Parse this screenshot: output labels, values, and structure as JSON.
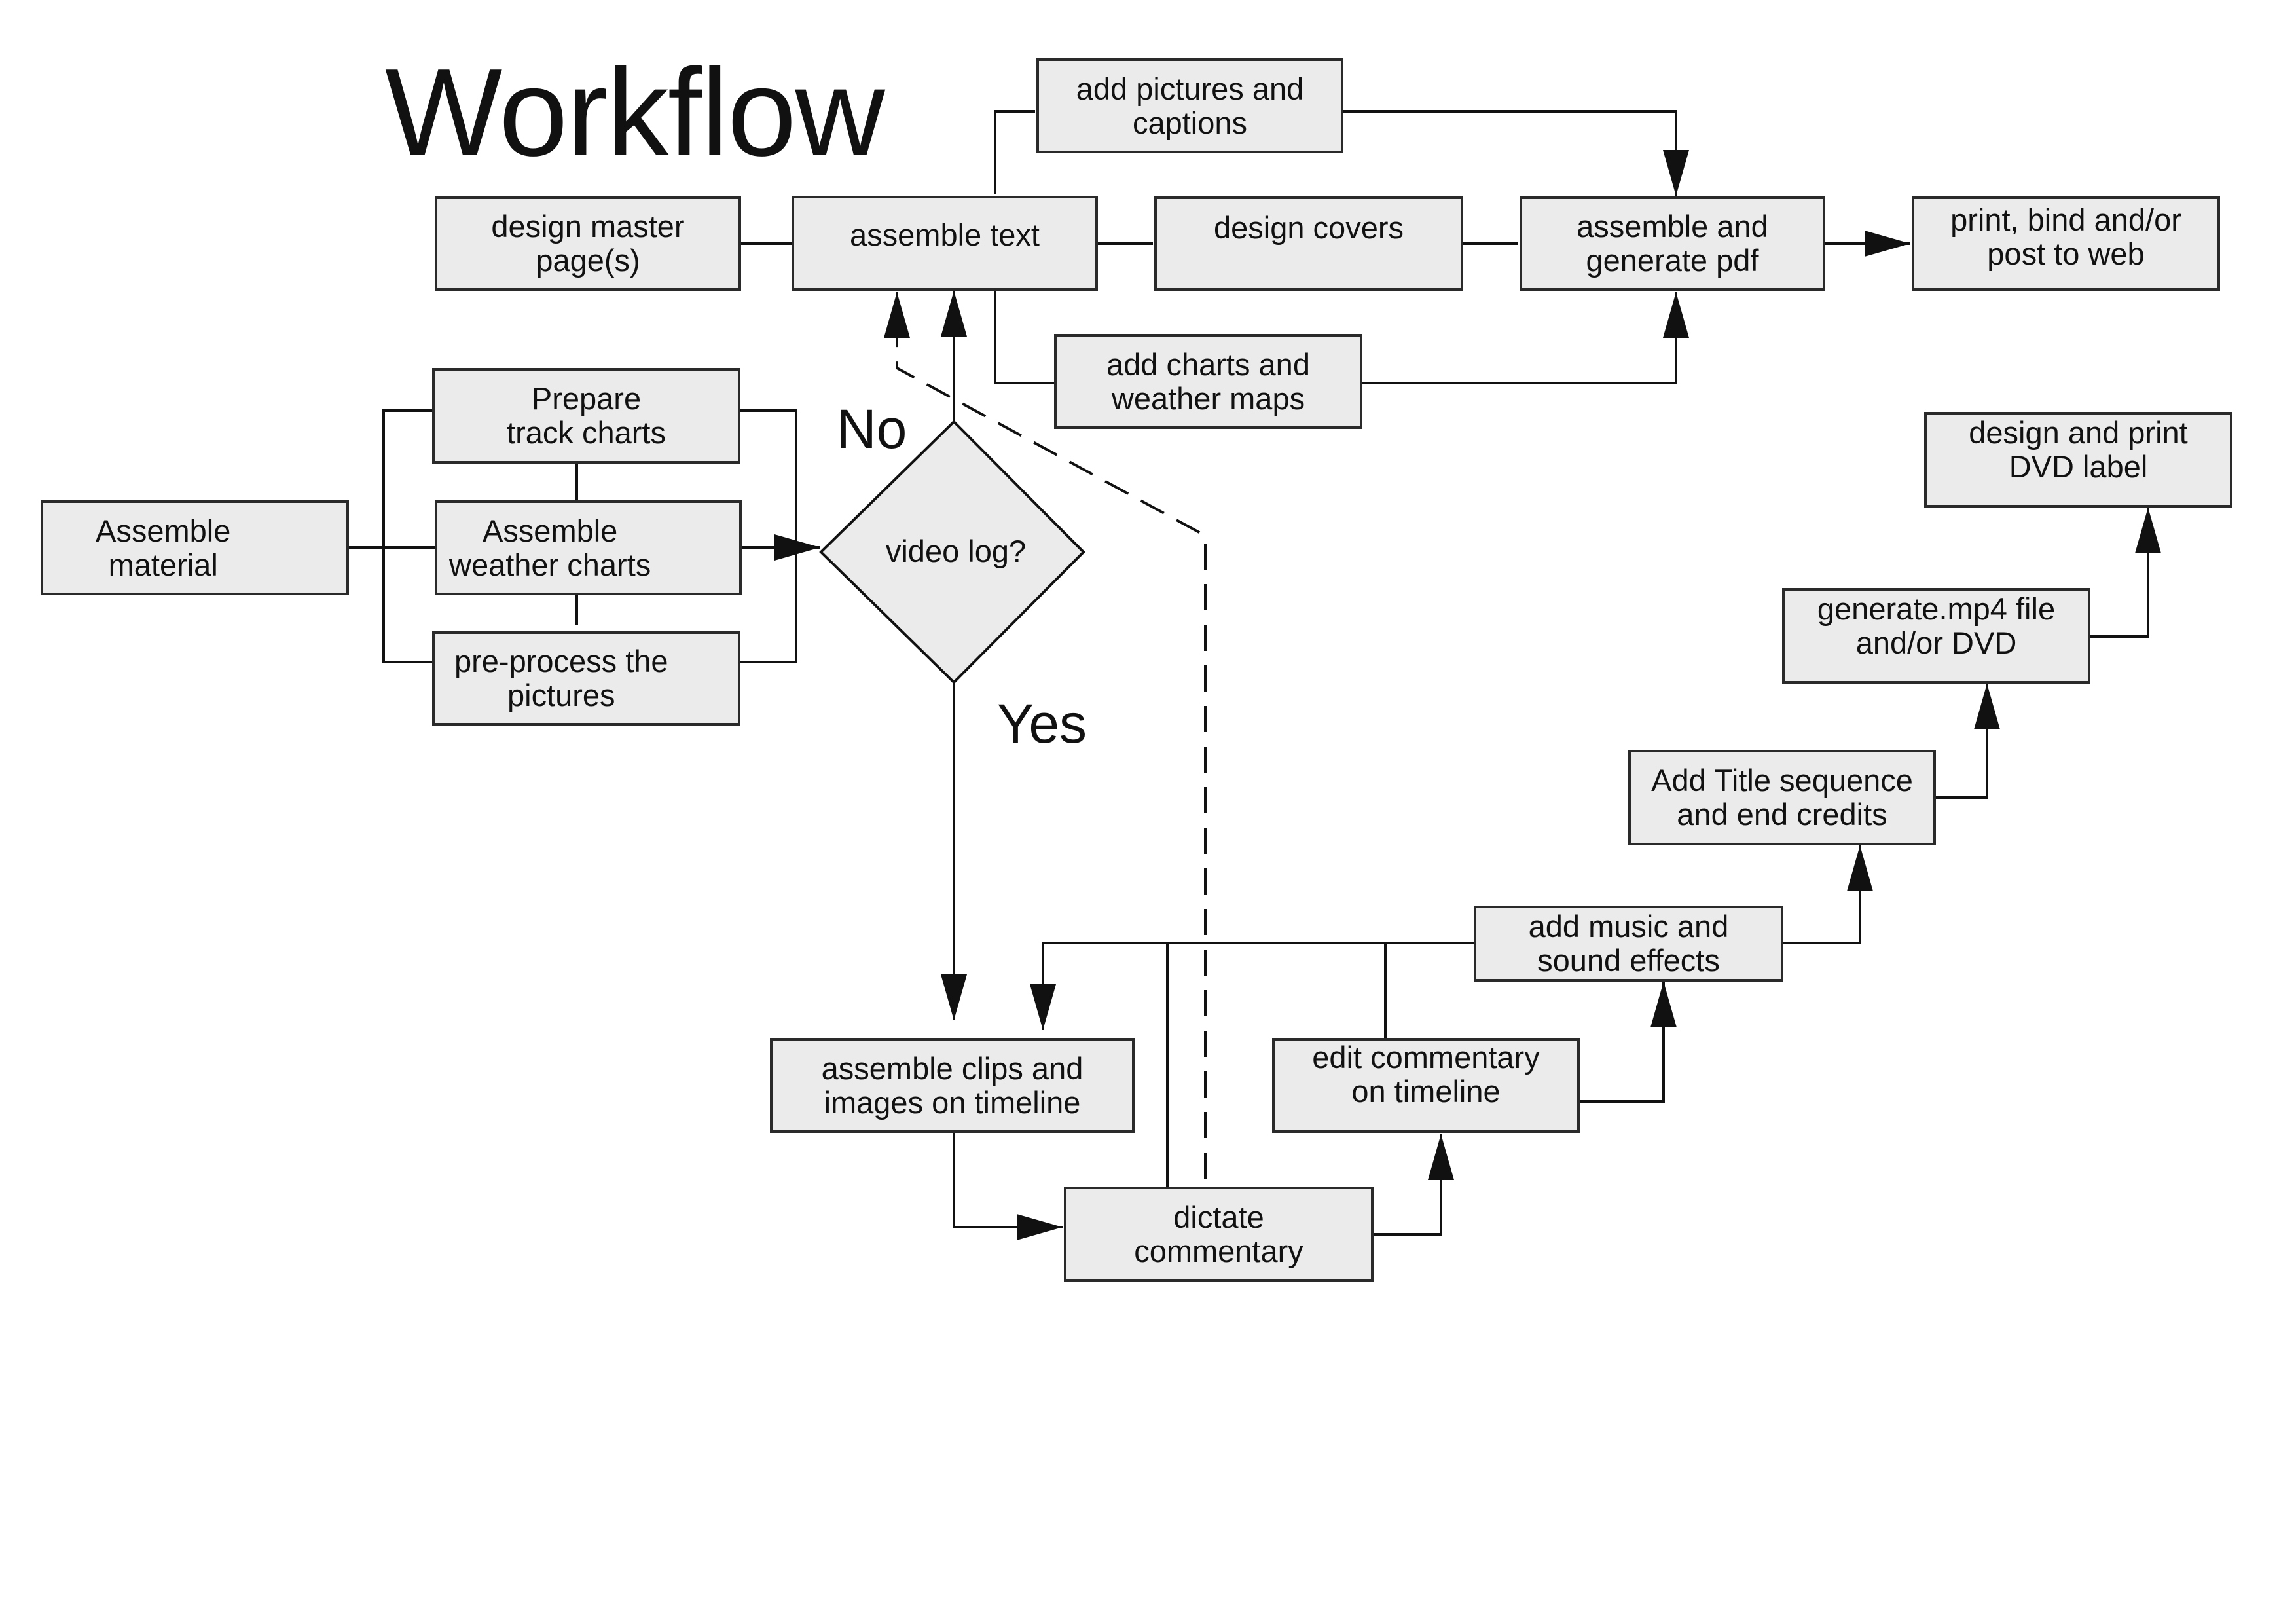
{
  "title": "Workflow",
  "colors": {
    "node_fill": "#ebebeb",
    "stroke": "#2a2a2a",
    "background": "#ffffff"
  },
  "decision": {
    "label": "video log?",
    "no_label": "No",
    "yes_label": "Yes"
  },
  "nodes": {
    "design_master": "design master\npage(s)",
    "assemble_text": "assemble text",
    "add_pictures": "add pictures and\ncaptions",
    "design_covers": "design covers",
    "assemble_pdf": "assemble and\ngenerate pdf",
    "print_bind": "print, bind and/or\npost to web",
    "add_charts": "add charts and\nweather maps",
    "assemble_material": "Assemble\nmaterial",
    "prepare_track": "Prepare\ntrack charts",
    "assemble_weather": "Assemble\nweather charts",
    "preprocess_pictures": "pre-process the\npictures",
    "design_dvd_label": "design and print\nDVD label",
    "generate_mp4": "generate.mp4 file\nand/or DVD",
    "add_title": "Add Title sequence\nand end credits",
    "add_music": "add music and\nsound effects",
    "assemble_clips": "assemble  clips and\nimages on timeline",
    "edit_commentary": "edit commentary\non  timeline",
    "dictate_commentary": "dictate\ncommentary"
  }
}
